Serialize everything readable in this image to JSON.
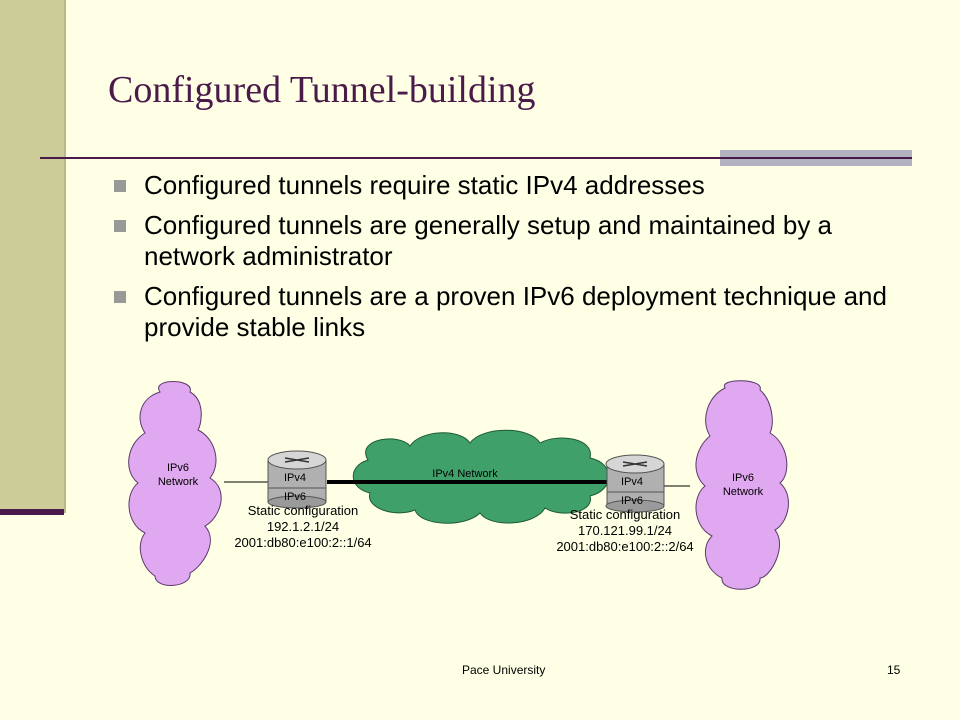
{
  "slide": {
    "title": "Configured Tunnel-building",
    "bullets": [
      "Configured tunnels require static IPv4 addresses",
      "Configured tunnels are generally setup and maintained by a network administrator",
      "Configured tunnels are a proven IPv6 deployment technique and provide stable links"
    ],
    "footer": "Pace University",
    "page_number": "15"
  },
  "diagram": {
    "left_cloud_label": [
      "IPv6",
      "Network"
    ],
    "right_cloud_label": [
      "IPv6",
      "Network"
    ],
    "center_cloud_label": "IPv4 Network",
    "left_router": {
      "top_label": "IPv4",
      "bottom_label": "IPv6"
    },
    "right_router": {
      "top_label": "IPv4",
      "bottom_label": "IPv6"
    },
    "left_config": [
      "Static configuration",
      "192.1.2.1/24",
      "2001:db80:e100:2::1/64"
    ],
    "right_config": [
      "Static configuration",
      "170.121.99.1/24",
      "2001:db80:e100:2::2/64"
    ],
    "colors": {
      "ipv6_cloud": "#e0a8f0",
      "ipv4_cloud": "#3fa06a",
      "router": "#b0b0b0",
      "tunnel": "#000000"
    }
  }
}
